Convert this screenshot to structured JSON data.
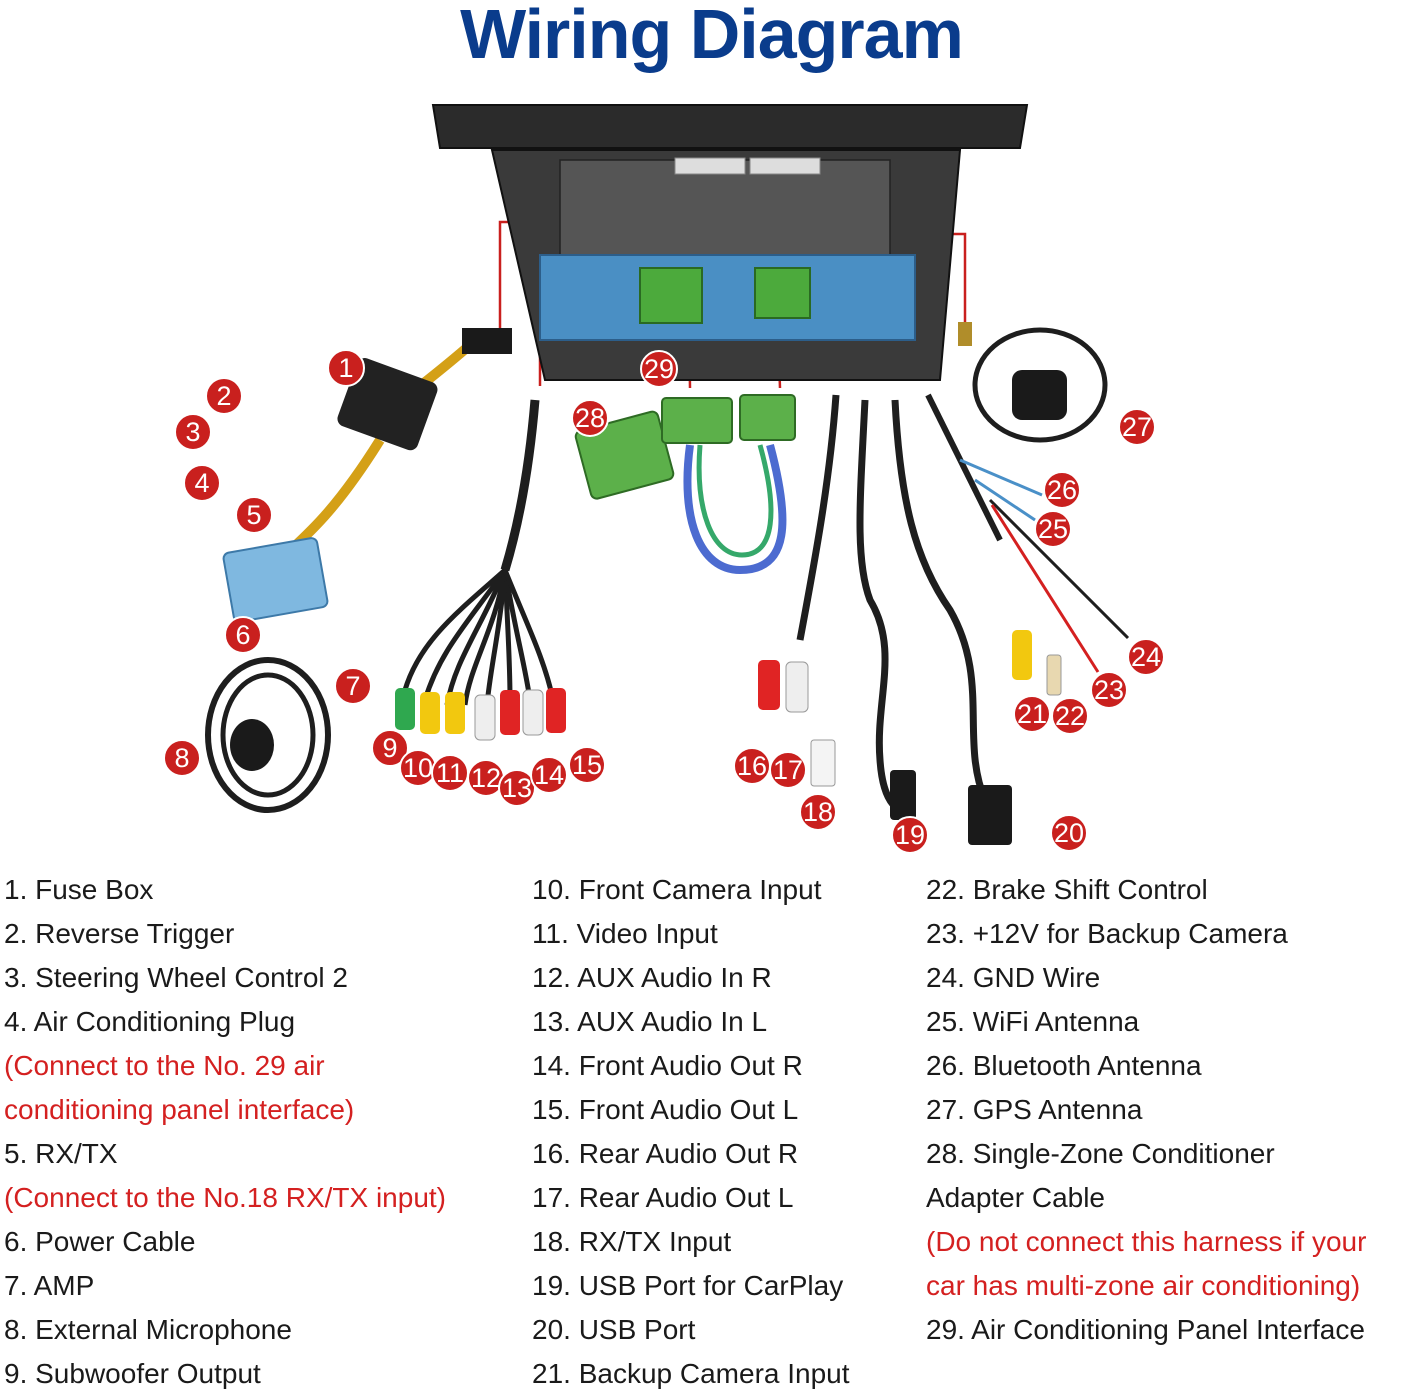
{
  "title": "Wiring Diagram",
  "colors": {
    "title": "#0a3c8c",
    "badge": "#c9201e",
    "note": "#d42020",
    "leader": "#c9201e",
    "cable": "#1e1e1e"
  },
  "markers": [
    "1",
    "2",
    "3",
    "4",
    "5",
    "6",
    "7",
    "8",
    "9",
    "10",
    "11",
    "12",
    "13",
    "14",
    "15",
    "16",
    "17",
    "18",
    "19",
    "20",
    "21",
    "22",
    "23",
    "24",
    "25",
    "26",
    "27",
    "28",
    "29"
  ],
  "legend": {
    "col1": [
      {
        "text": "1. Fuse Box"
      },
      {
        "text": "2. Reverse Trigger"
      },
      {
        "text": "3. Steering Wheel Control 2"
      },
      {
        "text": "4. Air Conditioning Plug"
      },
      {
        "text": "(Connect to the No. 29 air",
        "note": true
      },
      {
        "text": "conditioning panel interface)",
        "note": true
      },
      {
        "text": "5. RX/TX"
      },
      {
        "text": "(Connect to the No.18 RX/TX input)",
        "note": true
      },
      {
        "text": "6. Power Cable"
      },
      {
        "text": "7. AMP"
      },
      {
        "text": "8. External Microphone"
      },
      {
        "text": "9. Subwoofer Output"
      }
    ],
    "col2": [
      {
        "text": "10. Front Camera Input"
      },
      {
        "text": "11. Video Input"
      },
      {
        "text": "12. AUX Audio In R"
      },
      {
        "text": "13. AUX Audio In L"
      },
      {
        "text": "14. Front Audio Out R"
      },
      {
        "text": "15. Front Audio Out L"
      },
      {
        "text": "16. Rear Audio Out R"
      },
      {
        "text": "17. Rear Audio Out L"
      },
      {
        "text": "18. RX/TX Input"
      },
      {
        "text": "19. USB Port for CarPlay"
      },
      {
        "text": "20. USB Port"
      },
      {
        "text": "21. Backup Camera Input"
      }
    ],
    "col3": [
      {
        "text": "22. Brake Shift Control"
      },
      {
        "text": "23. +12V for Backup Camera"
      },
      {
        "text": "24. GND Wire"
      },
      {
        "text": "25. WiFi Antenna"
      },
      {
        "text": "26. Bluetooth Antenna"
      },
      {
        "text": "27. GPS Antenna"
      },
      {
        "text": "28. Single-Zone Conditioner"
      },
      {
        "text": "Adapter Cable"
      },
      {
        "text": "(Do not connect this harness if your",
        "note": true
      },
      {
        "text": "car has multi-zone air conditioning)",
        "note": true
      },
      {
        "text": "29. Air Conditioning Panel Interface"
      }
    ]
  }
}
